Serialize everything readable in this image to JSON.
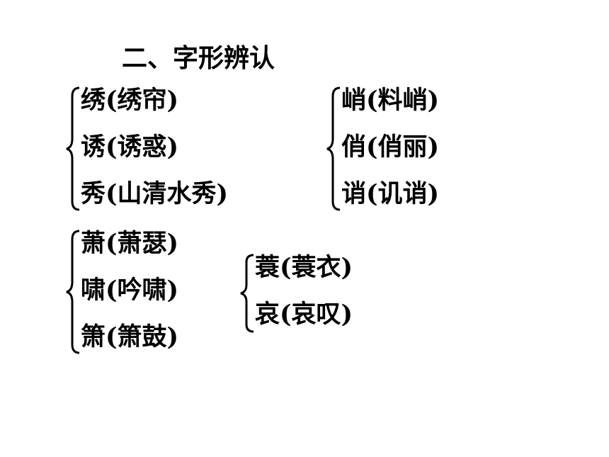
{
  "title": "二、字形辨认",
  "groups": [
    {
      "items": [
        "绣(绣帘)",
        "诱(诱惑)",
        "秀(山清水秀)"
      ]
    },
    {
      "items": [
        "峭(料峭)",
        "俏(俏丽)",
        "诮(讥诮)"
      ]
    },
    {
      "items": [
        "萧(萧瑟)",
        "啸(吟啸)",
        "箫(箫鼓)"
      ]
    },
    {
      "items": [
        "蓑(蓑衣)",
        "哀(哀叹)"
      ]
    }
  ]
}
